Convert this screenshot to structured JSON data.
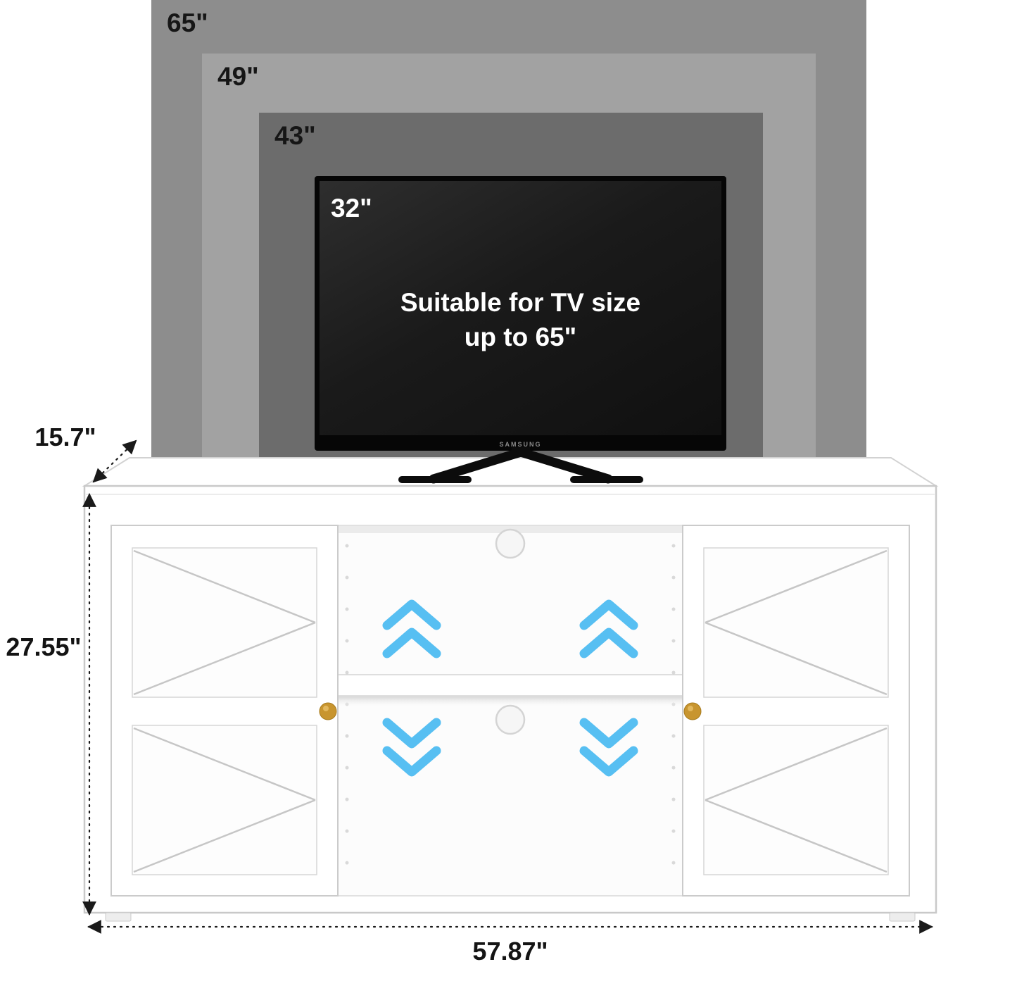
{
  "tv_overlay": {
    "sizes": [
      {
        "label": "65\""
      },
      {
        "label": "49\""
      },
      {
        "label": "43\""
      },
      {
        "label": "32\""
      }
    ],
    "caption": {
      "line1": "Suitable for TV size",
      "line2": "up to 65\""
    },
    "brand": "SAMSUNG"
  },
  "dimensions": {
    "depth": "15.7\"",
    "height": "27.55\"",
    "width": "57.87\""
  },
  "icons": {
    "shelf_adjust_up": "chevron-double-up",
    "shelf_adjust_down": "chevron-double-down"
  },
  "colors": {
    "size_box_65": "#8d8d8d",
    "size_box_49": "#a2a2a2",
    "size_box_43": "#6c6c6c",
    "chevron_blue": "#57bff2",
    "knob_gold": "#c8952f",
    "dimension_text": "#141414"
  }
}
